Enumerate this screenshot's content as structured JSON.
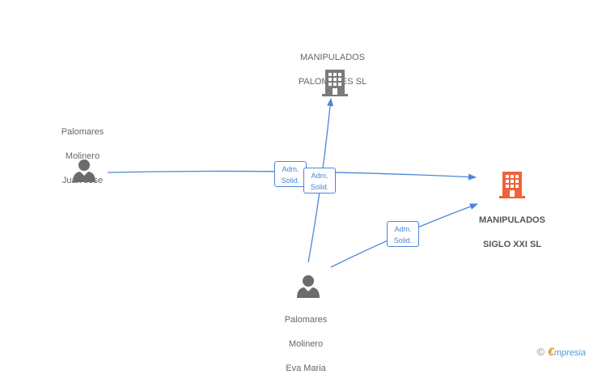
{
  "nodes": {
    "company_top": {
      "line1": "MANIPULADOS",
      "line2": "PALOMARES SL",
      "icon": "building-icon",
      "color": "#7a7a7a"
    },
    "company_main": {
      "line1": "MANIPULADOS",
      "line2": "SIGLO XXI SL",
      "icon": "building-icon",
      "color": "#f0623a"
    },
    "person_juan": {
      "line1": "Palomares",
      "line2": "Molinero",
      "line3": "Juan Jose",
      "icon": "person-icon",
      "color": "#6b6b6b"
    },
    "person_eva": {
      "line1": "Palomares",
      "line2": "Molinero",
      "line3": "Eva Maria",
      "icon": "person-icon",
      "color": "#6b6b6b"
    }
  },
  "edges": {
    "juan_to_main": {
      "line1": "Adm.",
      "line2": "Solid."
    },
    "eva_to_top": {
      "line1": "Adm.",
      "line2": "Solid."
    },
    "eva_to_main": {
      "line1": "Adm.",
      "line2": "Solid."
    }
  },
  "colors": {
    "edge": "#4a86d8"
  },
  "watermark": {
    "copyright": "©",
    "brand_e": "€",
    "brand_rest": "mpresia"
  }
}
